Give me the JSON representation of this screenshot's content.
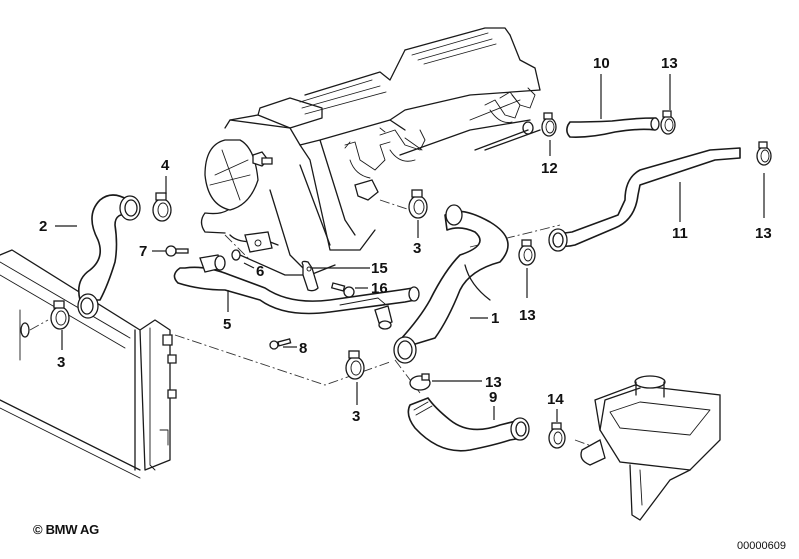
{
  "diagram": {
    "title": "Cooling system – water hoses",
    "copyright": "© BMW AG",
    "diagram_number": "00000609",
    "callouts": [
      {
        "id": "c1",
        "label": "1"
      },
      {
        "id": "c2",
        "label": "2"
      },
      {
        "id": "c3a",
        "label": "3"
      },
      {
        "id": "c3b",
        "label": "3"
      },
      {
        "id": "c3c",
        "label": "3"
      },
      {
        "id": "c4",
        "label": "4"
      },
      {
        "id": "c5",
        "label": "5"
      },
      {
        "id": "c6",
        "label": "6"
      },
      {
        "id": "c7",
        "label": "7"
      },
      {
        "id": "c8",
        "label": "8"
      },
      {
        "id": "c9",
        "label": "9"
      },
      {
        "id": "c10",
        "label": "10"
      },
      {
        "id": "c11",
        "label": "11"
      },
      {
        "id": "c12",
        "label": "12"
      },
      {
        "id": "c13a",
        "label": "13"
      },
      {
        "id": "c13b",
        "label": "13"
      },
      {
        "id": "c13c",
        "label": "13"
      },
      {
        "id": "c13d",
        "label": "13"
      },
      {
        "id": "c14",
        "label": "14"
      },
      {
        "id": "c15",
        "label": "15"
      },
      {
        "id": "c16",
        "label": "16"
      }
    ],
    "components": {
      "engine": "engine-block",
      "radiator": "radiator",
      "expansion_tank": "expansion-tank",
      "water_pump": "water-pump"
    }
  }
}
